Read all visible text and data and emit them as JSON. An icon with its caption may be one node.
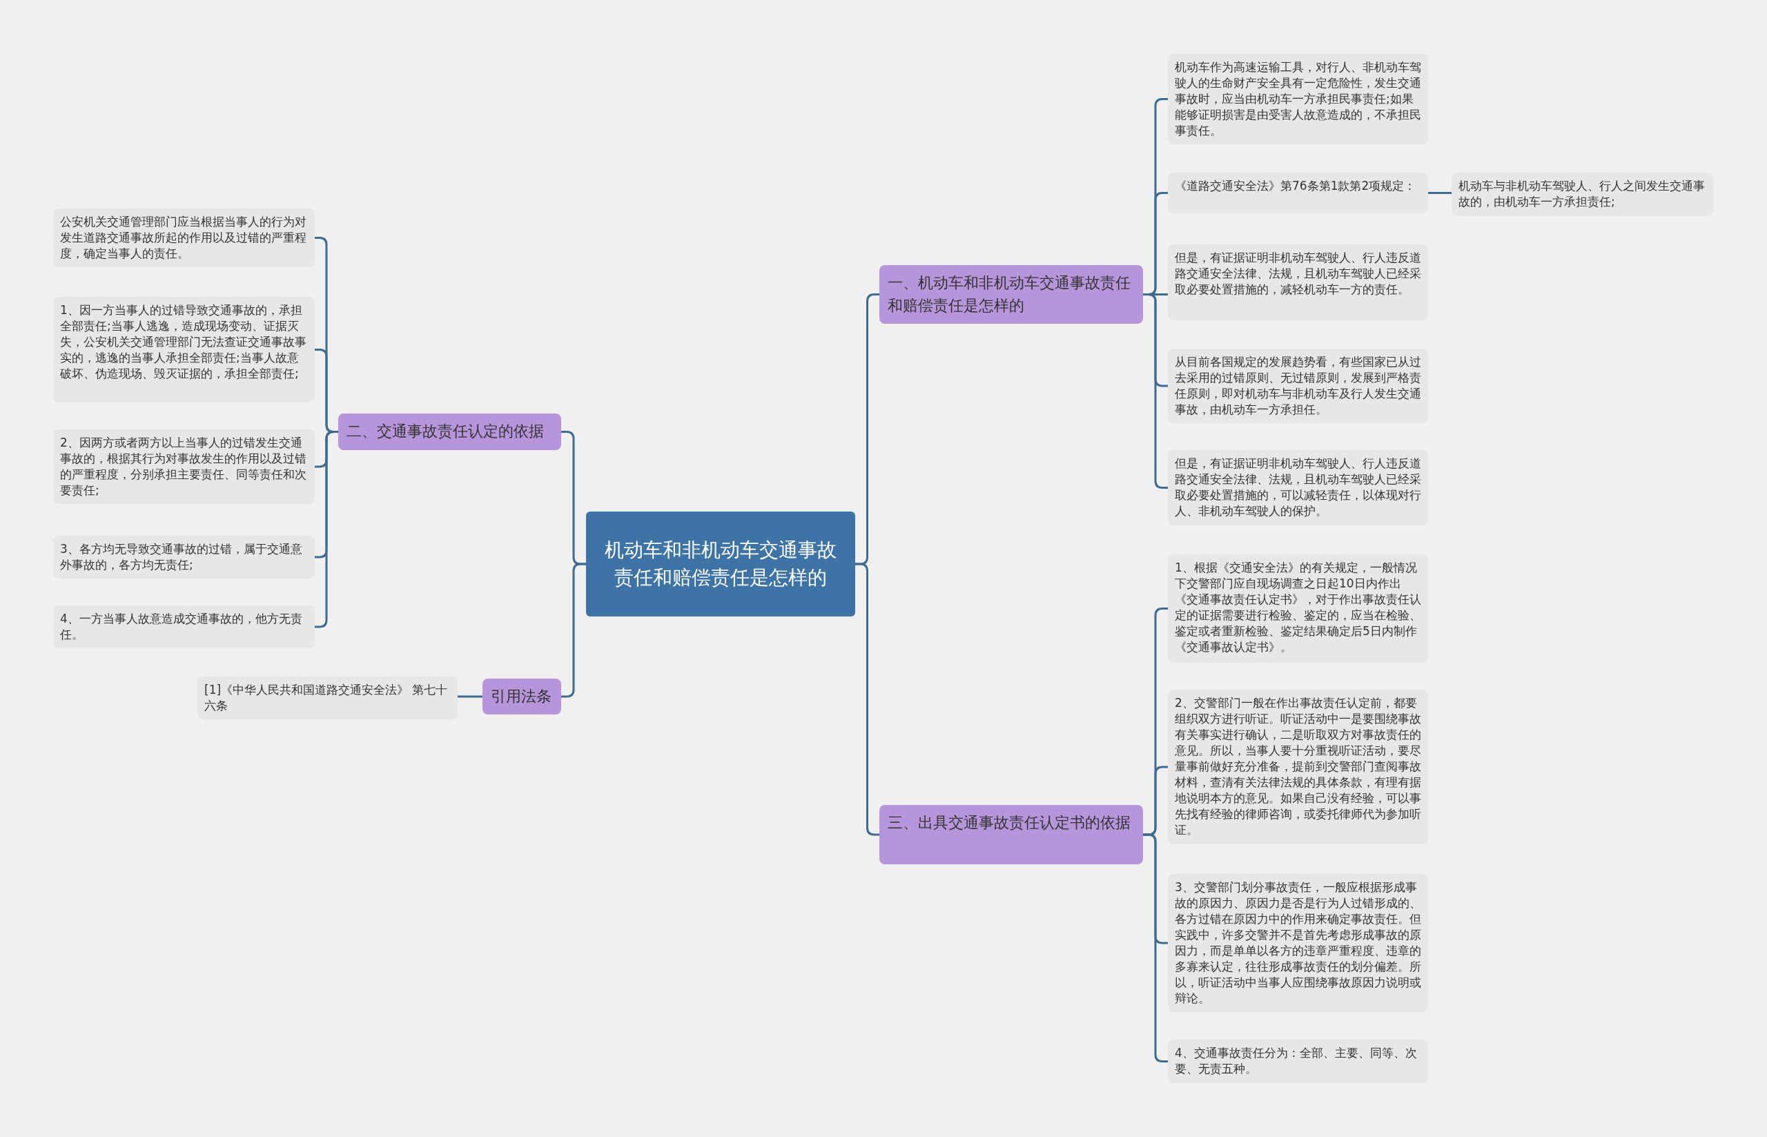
{
  "diagram": {
    "nodes": [
      {
        "text": [
          "机动车和非机动车交通事故责任和赔偿责任是怎样的"
        ]
      },
      {
        "text": [
          "一、机动车和非机动车交通事故责任和赔偿责任是怎样的"
        ]
      },
      {
        "text": [
          "机动车作为高速运输工具，对行人、非机动车驾驶人的生命财产安全具有一定危险性，发生交通事故时，应当由机动车一方承担民事责任;如果能够证明损害是由受害人故意造成的，不承担民事责任。"
        ]
      },
      {
        "text": [
          "《道路交通安全法》第76条第1款第2项规定："
        ]
      },
      {
        "text": [
          "机动车与非机动车驾驶人、行人之间发生交通事故的，由机动车一方承担责任;"
        ]
      },
      {
        "text": [
          "但是，有证据证明非机动车驾驶人、行人违反道路交通安全法律、法规，且机动车驾驶人已经采取必要处置措施的，减轻机动车一方的责任。"
        ]
      },
      {
        "text": [
          "从目前各国规定的发展趋势看，有些国家已从过去采用的过错原则、无过错原则，发展到严格责任原则，即对机动车与非机动车及行人发生交通事故，由机动车一方承担任。"
        ]
      },
      {
        "text": [
          "但是，有证据证明非机动车驾驶人、行人违反道路交通安全法律、法规，且机动车驾驶人已经采取必要处置措施的，可以减轻责任，以体现对行人、非机动车驾驶人的保护。"
        ]
      },
      {
        "text": [
          "三、出具交通事故责任认定书的依据"
        ]
      },
      {
        "text": [
          "1、根据《交通安全法》的有关规定，一般情况下交警部门应自现场调查之日起10日内作出《交通事故责任认定书》，对于作出事故责任认定的证据需要进行检验、鉴定的，应当在检验、鉴定或者重新检验、鉴定结果确定后5日内制作《交通事故认定书》。"
        ]
      },
      {
        "text": [
          "2、交警部门一般在作出事故责任认定前，都要组织双方进行听证。听证活动中一是要围绕事故有关事实进行确认，二是听取双方对事故责任的意见。所以，当事人要十分重视听证活动，要尽量事前做好充分准备，提前到交警部门查阅事故材料，查清有关法律法规的具体条款，有理有据地说明本方的意见。如果自己没有经验，可以事先找有经验的律师咨询，或委托律师代为参加听证。"
        ]
      },
      {
        "text": [
          "3、交警部门划分事故责任，一般应根据形成事故的原因力、原因力是否是行为人过错形成的、各方过错在原因力中的作用来确定事故责任。但实践中，许多交警并不是首先考虑形成事故的原因力，而是单单以各方的违章严重程度、违章的多寡来认定，往往形成事故责任的划分偏差。所以，听证活动中当事人应围绕事故原因力说明或辩论。"
        ]
      },
      {
        "text": [
          "4、交通事故责任分为：全部、主要、同等、次要、无责五种。"
        ]
      },
      {
        "text": [
          "二、交通事故责任认定的依据"
        ]
      },
      {
        "text": [
          "公安机关交通管理部门应当根据当事人的行为对发生道路交通事故所起的作用以及过错的严重程度，确定当事人的责任。"
        ]
      },
      {
        "text": [
          "1、因一方当事人的过错导致交通事故的，承担全部责任;当事人逃逸，造成现场变动、证据灭失，公安机关交通管理部门无法查证交通事故事实的，逃逸的当事人承担全部责任;当事人故意破坏、伪造现场、毁灭证据的，承担全部责任;"
        ]
      },
      {
        "text": [
          "2、因两方或者两方以上当事人的过错发生交通事故的，根据其行为对事故发生的作用以及过错的严重程度，分别承担主要责任、同等责任和次要责任;"
        ]
      },
      {
        "text": [
          "3、各方均无导致交通事故的过错，属于交通意外事故的，各方均无责任;"
        ]
      },
      {
        "text": [
          "4、一方当事人故意造成交通事故的，他方无责任。"
        ]
      },
      {
        "text": [
          "引用法条"
        ]
      },
      {
        "text": [
          "[1]《中华人民共和国道路交通安全法》 第七十六条"
        ]
      }
    ],
    "edges": [
      {
        "from": 0,
        "to": 1,
        "arrow": "none"
      },
      {
        "from": 1,
        "to": 2,
        "arrow": "none"
      },
      {
        "from": 1,
        "to": 3,
        "arrow": "none"
      },
      {
        "from": 3,
        "to": 4,
        "arrow": "none"
      },
      {
        "from": 1,
        "to": 5,
        "arrow": "none"
      },
      {
        "from": 1,
        "to": 6,
        "arrow": "none"
      },
      {
        "from": 1,
        "to": 7,
        "arrow": "none"
      },
      {
        "from": 0,
        "to": 8,
        "arrow": "none"
      },
      {
        "from": 8,
        "to": 9,
        "arrow": "none"
      },
      {
        "from": 8,
        "to": 10,
        "arrow": "none"
      },
      {
        "from": 8,
        "to": 11,
        "arrow": "none"
      },
      {
        "from": 8,
        "to": 12,
        "arrow": "none"
      },
      {
        "from": 0,
        "to": 13,
        "arrow": "none"
      },
      {
        "from": 13,
        "to": 14,
        "arrow": "none"
      },
      {
        "from": 13,
        "to": 15,
        "arrow": "none"
      },
      {
        "from": 13,
        "to": 16,
        "arrow": "none"
      },
      {
        "from": 13,
        "to": 17,
        "arrow": "none"
      },
      {
        "from": 13,
        "to": 18,
        "arrow": "none"
      },
      {
        "from": 0,
        "to": 19,
        "arrow": "none"
      },
      {
        "from": 19,
        "to": 20,
        "arrow": "none"
      }
    ]
  }
}
